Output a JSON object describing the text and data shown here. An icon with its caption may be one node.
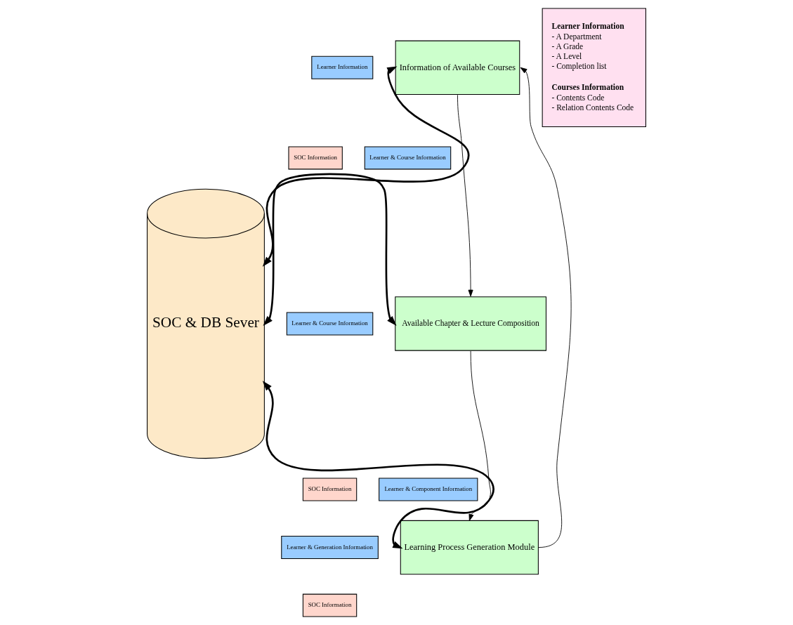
{
  "diagram": {
    "nodes": [
      {
        "text": [
          "Learner Information"
        ]
      },
      {
        "text": [
          "Information of Available Courses"
        ]
      },
      {
        "text": [
          "Learner Information",
          "- A Department",
          "- A Grade",
          "- A Level",
          "- Completion list",
          "Courses Information",
          "- Contents Code",
          "- Relation Contents Code"
        ]
      },
      {
        "text": [
          "SOC & DB Sever"
        ]
      },
      {
        "text": [
          "SOC Information"
        ]
      },
      {
        "text": [
          "Learner & Course Information"
        ]
      },
      {
        "text": [
          "Learner & Course Information"
        ]
      },
      {
        "text": [
          "Available Chapter & Lecture Composition"
        ]
      },
      {
        "text": [
          "SOC Information"
        ]
      },
      {
        "text": [
          "Learner & Component Information"
        ]
      },
      {
        "text": [
          "Learner & Generation Information"
        ]
      },
      {
        "text": [
          "SOC Information"
        ]
      },
      {
        "text": [
          "Learning Process Generation Module"
        ]
      }
    ],
    "edges": [
      {
        "from": 3,
        "to": 1,
        "arrow": "both",
        "style": "thick"
      },
      {
        "from": 1,
        "to": 7,
        "arrow": "to"
      },
      {
        "from": 3,
        "to": 7,
        "arrow": "both",
        "style": "thick"
      },
      {
        "from": 7,
        "to": 12,
        "arrow": "to"
      },
      {
        "from": 3,
        "to": 12,
        "arrow": "both",
        "style": "thick"
      },
      {
        "from": 12,
        "to": 1,
        "arrow": "to"
      }
    ]
  }
}
